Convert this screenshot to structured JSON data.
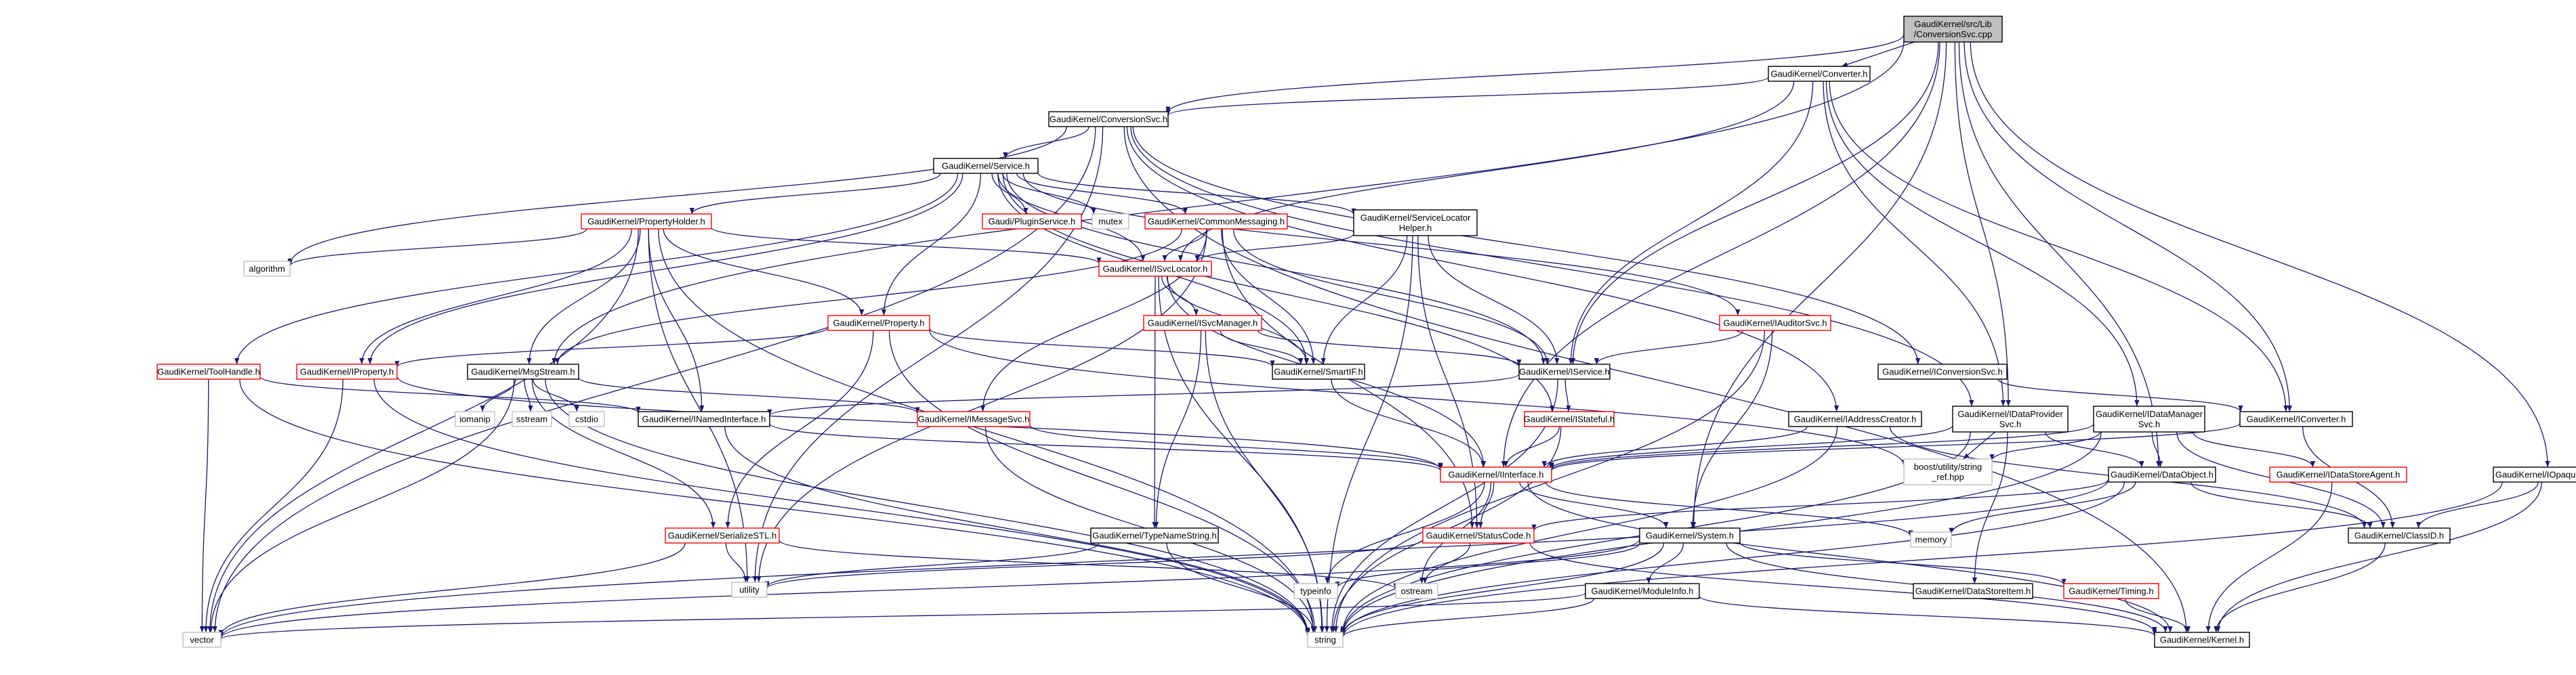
{
  "graph": {
    "nodes": [
      {
        "id": "root",
        "label": "GaudiKernel/src/Lib\n/ConversionSvc.cpp",
        "kind": "root"
      },
      {
        "id": "converter",
        "label": "GaudiKernel/Converter.h",
        "kind": "normal"
      },
      {
        "id": "conversionsvc",
        "label": "GaudiKernel/ConversionSvc.h",
        "kind": "normal"
      },
      {
        "id": "service",
        "label": "GaudiKernel/Service.h",
        "kind": "normal"
      },
      {
        "id": "pluginservice",
        "label": "Gaudi/PluginService.h",
        "kind": "incomplete"
      },
      {
        "id": "mutex",
        "label": "mutex",
        "kind": "sys"
      },
      {
        "id": "commonmessaging",
        "label": "GaudiKernel/CommonMessaging.h",
        "kind": "incomplete"
      },
      {
        "id": "propertyholder",
        "label": "GaudiKernel/PropertyHolder.h",
        "kind": "incomplete"
      },
      {
        "id": "servicelocatorhelper",
        "label": "GaudiKernel/ServiceLocator\nHelper.h",
        "kind": "normal"
      },
      {
        "id": "algorithm",
        "label": "algorithm",
        "kind": "sys"
      },
      {
        "id": "isvclocator",
        "label": "GaudiKernel/ISvcLocator.h",
        "kind": "incomplete"
      },
      {
        "id": "property",
        "label": "GaudiKernel/Property.h",
        "kind": "incomplete"
      },
      {
        "id": "tooLhandle",
        "label": "GaudiKernel/ToolHandle.h",
        "kind": "incomplete"
      },
      {
        "id": "iproperty",
        "label": "GaudiKernel/IProperty.h",
        "kind": "incomplete"
      },
      {
        "id": "msgstream",
        "label": "GaudiKernel/MsgStream.h",
        "kind": "normal"
      },
      {
        "id": "isvcmanager",
        "label": "GaudiKernel/ISvcManager.h",
        "kind": "incomplete"
      },
      {
        "id": "smartif",
        "label": "GaudiKernel/SmartIF.h",
        "kind": "normal"
      },
      {
        "id": "iservice",
        "label": "GaudiKernel/IService.h",
        "kind": "normal"
      },
      {
        "id": "iauditorsvc",
        "label": "GaudiKernel/IAuditorSvc.h",
        "kind": "incomplete"
      },
      {
        "id": "iconversionsvc",
        "label": "GaudiKernel/IConversionSvc.h",
        "kind": "normal"
      },
      {
        "id": "iomanip",
        "label": "iomanip",
        "kind": "sys"
      },
      {
        "id": "sstream",
        "label": "sstream",
        "kind": "sys"
      },
      {
        "id": "cstdio",
        "label": "cstdio",
        "kind": "sys"
      },
      {
        "id": "inamedinterface",
        "label": "GaudiKernel/INamedInterface.h",
        "kind": "normal"
      },
      {
        "id": "imessagesvc",
        "label": "GaudiKernel/IMessageSvc.h",
        "kind": "incomplete"
      },
      {
        "id": "istateful",
        "label": "GaudiKernel/IStateful.h",
        "kind": "incomplete"
      },
      {
        "id": "iaddresscreator",
        "label": "GaudiKernel/IAddressCreator.h",
        "kind": "normal"
      },
      {
        "id": "idataprovidersvc",
        "label": "GaudiKernel/IDataProvider\nSvc.h",
        "kind": "normal"
      },
      {
        "id": "idatamanagersvc",
        "label": "GaudiKernel/IDataManager\nSvc.h",
        "kind": "normal"
      },
      {
        "id": "iconverter",
        "label": "GaudiKernel/IConverter.h",
        "kind": "normal"
      },
      {
        "id": "boostutility",
        "label": "boost/utility/string\n_ref.hpp",
        "kind": "sys"
      },
      {
        "id": "iinterface",
        "label": "GaudiKernel/IInterface.h",
        "kind": "incomplete"
      },
      {
        "id": "dataobject",
        "label": "GaudiKernel/DataObject.h",
        "kind": "normal"
      },
      {
        "id": "idatastoreagent",
        "label": "GaudiKernel/IDataStoreAgent.h",
        "kind": "incomplete"
      },
      {
        "id": "iopaqueaddress",
        "label": "GaudiKernel/IOpaqueAddress.h",
        "kind": "normal"
      },
      {
        "id": "serializestl",
        "label": "GaudiKernel/SerializeSTL.h",
        "kind": "incomplete"
      },
      {
        "id": "typenamestring",
        "label": "GaudiKernel/TypeNameString.h",
        "kind": "normal"
      },
      {
        "id": "statuscode",
        "label": "GaudiKernel/StatusCode.h",
        "kind": "incomplete"
      },
      {
        "id": "system",
        "label": "GaudiKernel/System.h",
        "kind": "normal"
      },
      {
        "id": "memory",
        "label": "memory",
        "kind": "sys"
      },
      {
        "id": "classid",
        "label": "GaudiKernel/ClassID.h",
        "kind": "normal"
      },
      {
        "id": "utility",
        "label": "utility",
        "kind": "sys"
      },
      {
        "id": "typeinfo",
        "label": "typeinfo",
        "kind": "sys"
      },
      {
        "id": "ostream",
        "label": "ostream",
        "kind": "sys"
      },
      {
        "id": "timing",
        "label": "GaudiKernel/Timing.h",
        "kind": "incomplete"
      },
      {
        "id": "moduleinfo",
        "label": "GaudiKernel/ModuleInfo.h",
        "kind": "normal"
      },
      {
        "id": "datastoreitem",
        "label": "GaudiKernel/DataStoreItem.h",
        "kind": "normal"
      },
      {
        "id": "vector",
        "label": "vector",
        "kind": "sys"
      },
      {
        "id": "string",
        "label": "string",
        "kind": "sys"
      },
      {
        "id": "kernel",
        "label": "GaudiKernel/Kernel.h",
        "kind": "normal"
      }
    ],
    "edges": [
      [
        "root",
        "converter"
      ],
      [
        "root",
        "conversionsvc"
      ],
      [
        "root",
        "msgstream"
      ],
      [
        "root",
        "idataprovidersvc"
      ],
      [
        "root",
        "iconverter"
      ],
      [
        "root",
        "iopaqueaddress"
      ],
      [
        "root",
        "iinterface"
      ],
      [
        "root",
        "system"
      ],
      [
        "root",
        "dataobject"
      ],
      [
        "root",
        "iservice"
      ],
      [
        "converter",
        "conversionsvc"
      ],
      [
        "converter",
        "iconverter"
      ],
      [
        "converter",
        "idataprovidersvc"
      ],
      [
        "converter",
        "idatamanagersvc"
      ],
      [
        "converter",
        "iservice"
      ],
      [
        "converter",
        "isvclocator"
      ],
      [
        "conversionsvc",
        "service"
      ],
      [
        "conversionsvc",
        "iconversionsvc"
      ],
      [
        "conversionsvc",
        "iaddresscreator"
      ],
      [
        "conversionsvc",
        "idataprovidersvc"
      ],
      [
        "conversionsvc",
        "utility"
      ],
      [
        "conversionsvc",
        "vector"
      ],
      [
        "conversionsvc",
        "kernel"
      ],
      [
        "conversionsvc",
        "algorithm"
      ],
      [
        "service",
        "pluginservice"
      ],
      [
        "service",
        "mutex"
      ],
      [
        "service",
        "commonmessaging"
      ],
      [
        "service",
        "propertyholder"
      ],
      [
        "service",
        "servicelocatorhelper"
      ],
      [
        "service",
        "isvclocator"
      ],
      [
        "service",
        "property"
      ],
      [
        "service",
        "tooLhandle"
      ],
      [
        "service",
        "iproperty"
      ],
      [
        "service",
        "iservice"
      ],
      [
        "service",
        "smartif"
      ],
      [
        "service",
        "iauditorsvc"
      ],
      [
        "service",
        "istateful"
      ],
      [
        "propertyholder",
        "algorithm"
      ],
      [
        "propertyholder",
        "vector"
      ],
      [
        "propertyholder",
        "iproperty"
      ],
      [
        "propertyholder",
        "property"
      ],
      [
        "propertyholder",
        "isvclocator"
      ],
      [
        "propertyholder",
        "msgstream"
      ],
      [
        "propertyholder",
        "inamedinterface"
      ],
      [
        "propertyholder",
        "utility"
      ],
      [
        "propertyholder",
        "string"
      ],
      [
        "commonmessaging",
        "isvclocator"
      ],
      [
        "commonmessaging",
        "msgstream"
      ],
      [
        "commonmessaging",
        "imessagesvc"
      ],
      [
        "commonmessaging",
        "iservice"
      ],
      [
        "commonmessaging",
        "smartif"
      ],
      [
        "commonmessaging",
        "utility"
      ],
      [
        "commonmessaging",
        "statuscode"
      ],
      [
        "servicelocatorhelper",
        "isvclocator"
      ],
      [
        "servicelocatorhelper",
        "smartif"
      ],
      [
        "servicelocatorhelper",
        "iservice"
      ],
      [
        "servicelocatorhelper",
        "string"
      ],
      [
        "servicelocatorhelper",
        "statuscode"
      ],
      [
        "isvclocator",
        "isvcmanager"
      ],
      [
        "isvclocator",
        "smartif"
      ],
      [
        "isvclocator",
        "iinterface"
      ],
      [
        "isvclocator",
        "typenamestring"
      ],
      [
        "isvclocator",
        "string"
      ],
      [
        "property",
        "iproperty"
      ],
      [
        "property",
        "smartif"
      ],
      [
        "property",
        "boostutility"
      ],
      [
        "property",
        "string"
      ],
      [
        "property",
        "serializestl"
      ],
      [
        "tooLhandle",
        "inamedinterface"
      ],
      [
        "tooLhandle",
        "vector"
      ],
      [
        "tooLhandle",
        "string"
      ],
      [
        "iproperty",
        "iinterface"
      ],
      [
        "iproperty",
        "vector"
      ],
      [
        "iproperty",
        "string"
      ],
      [
        "msgstream",
        "iomanip"
      ],
      [
        "msgstream",
        "sstream"
      ],
      [
        "msgstream",
        "cstdio"
      ],
      [
        "msgstream",
        "imessagesvc"
      ],
      [
        "msgstream",
        "serializestl"
      ],
      [
        "msgstream",
        "vector"
      ],
      [
        "msgstream",
        "string"
      ],
      [
        "isvcmanager",
        "iservice"
      ],
      [
        "isvcmanager",
        "smartif"
      ],
      [
        "isvcmanager",
        "typenamestring"
      ],
      [
        "isvcmanager",
        "string"
      ],
      [
        "smartif",
        "iinterface"
      ],
      [
        "iservice",
        "inamedinterface"
      ],
      [
        "iservice",
        "istateful"
      ],
      [
        "iservice",
        "string"
      ],
      [
        "iauditorsvc",
        "iservice"
      ],
      [
        "iauditorsvc",
        "system"
      ],
      [
        "iauditorsvc",
        "string"
      ],
      [
        "iconversionsvc",
        "iconverter"
      ],
      [
        "inamedinterface",
        "iinterface"
      ],
      [
        "inamedinterface",
        "string"
      ],
      [
        "imessagesvc",
        "iinterface"
      ],
      [
        "imessagesvc",
        "string"
      ],
      [
        "istateful",
        "iinterface"
      ],
      [
        "istateful",
        "string"
      ],
      [
        "iaddresscreator",
        "iinterface"
      ],
      [
        "iaddresscreator",
        "classid"
      ],
      [
        "iaddresscreator",
        "string"
      ],
      [
        "idataprovidersvc",
        "iinterface"
      ],
      [
        "idataprovidersvc",
        "dataobject"
      ],
      [
        "idataprovidersvc",
        "datastoreitem"
      ],
      [
        "idataprovidersvc",
        "boostutility"
      ],
      [
        "idataprovidersvc",
        "string"
      ],
      [
        "idatamanagersvc",
        "iinterface"
      ],
      [
        "idatamanagersvc",
        "dataobject"
      ],
      [
        "idatamanagersvc",
        "idatastoreagent"
      ],
      [
        "idatamanagersvc",
        "classid"
      ],
      [
        "idatamanagersvc",
        "boostutility"
      ],
      [
        "idatamanagersvc",
        "string"
      ],
      [
        "iconverter",
        "iinterface"
      ],
      [
        "iconverter",
        "classid"
      ],
      [
        "iinterface",
        "statuscode"
      ],
      [
        "iinterface",
        "system"
      ],
      [
        "iinterface",
        "typeinfo"
      ],
      [
        "iinterface",
        "ostream"
      ],
      [
        "iinterface",
        "kernel"
      ],
      [
        "iinterface",
        "memory"
      ],
      [
        "dataobject",
        "classid"
      ],
      [
        "dataobject",
        "statuscode"
      ],
      [
        "dataobject",
        "vector"
      ],
      [
        "dataobject",
        "string"
      ],
      [
        "dataobject",
        "memory"
      ],
      [
        "idatastoreagent",
        "kernel"
      ],
      [
        "iopaqueaddress",
        "classid"
      ],
      [
        "iopaqueaddress",
        "kernel"
      ],
      [
        "iopaqueaddress",
        "string"
      ],
      [
        "serializestl",
        "vector"
      ],
      [
        "serializestl",
        "utility"
      ],
      [
        "serializestl",
        "ostream"
      ],
      [
        "typenamestring",
        "utility"
      ],
      [
        "typenamestring",
        "string"
      ],
      [
        "statuscode",
        "ostream"
      ],
      [
        "statuscode",
        "utility"
      ],
      [
        "statuscode",
        "kernel"
      ],
      [
        "system",
        "moduleinfo"
      ],
      [
        "system",
        "timing"
      ],
      [
        "system",
        "typeinfo"
      ],
      [
        "system",
        "vector"
      ],
      [
        "system",
        "string"
      ],
      [
        "system",
        "kernel"
      ],
      [
        "moduleinfo",
        "string"
      ],
      [
        "moduleinfo",
        "vector"
      ],
      [
        "moduleinfo",
        "kernel"
      ],
      [
        "timing",
        "kernel"
      ],
      [
        "classid",
        "kernel"
      ]
    ]
  }
}
